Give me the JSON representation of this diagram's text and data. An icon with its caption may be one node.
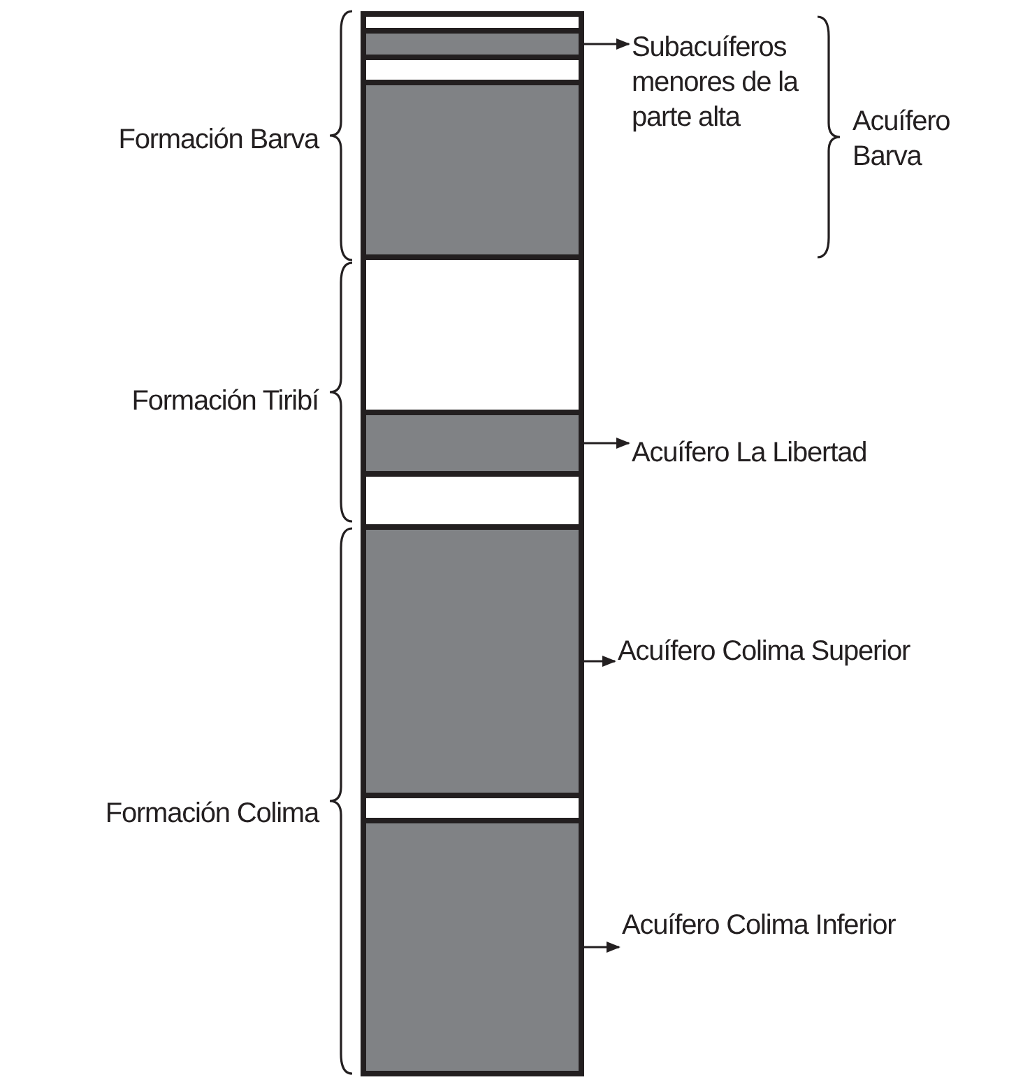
{
  "diagram": {
    "nodes": [
      {
        "text": [],
        "shape": "box"
      },
      {
        "text": [],
        "shape": "box"
      },
      {
        "text": [],
        "shape": "box"
      },
      {
        "text": [],
        "shape": "box"
      },
      {
        "text": [],
        "shape": "box"
      },
      {
        "text": [],
        "shape": "box"
      },
      {
        "text": [],
        "shape": "box"
      },
      {
        "text": [],
        "shape": "box"
      },
      {
        "text": [],
        "shape": "box"
      },
      {
        "text": [],
        "shape": "box"
      },
      {
        "text": [
          "Subacuíferos menores de la parte alta"
        ]
      },
      {
        "text": [
          "Acuífero La Libertad"
        ]
      },
      {
        "text": [
          "Acuífero Colima Superior"
        ]
      },
      {
        "text": [
          "Acuífero Colima Inferior"
        ]
      }
    ],
    "edges": [
      {
        "from": 1,
        "to": 10,
        "arrow": "to"
      },
      {
        "from": 5,
        "to": 11,
        "arrow": "to"
      },
      {
        "from": 7,
        "to": 12,
        "arrow": "to"
      },
      {
        "from": 9,
        "to": 13,
        "arrow": "to"
      }
    ],
    "labels": [
      "Formación Barva",
      "Acuífero Barva",
      "Formación Tiribí",
      "Formación Colima"
    ]
  }
}
